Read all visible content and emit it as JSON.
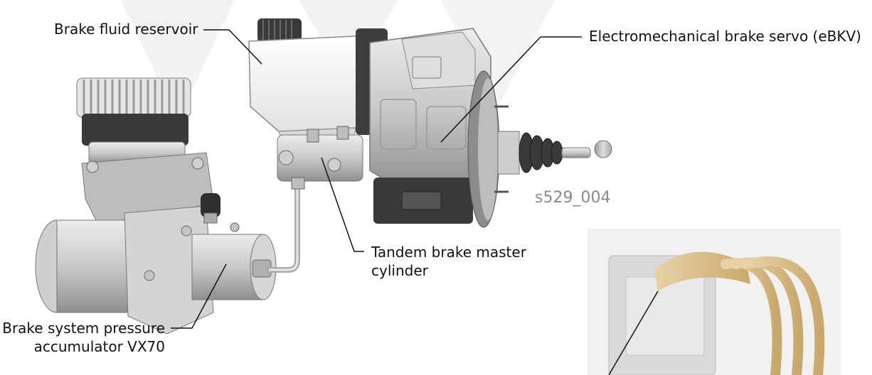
{
  "labels": {
    "reservoir": "Brake fluid reservoir",
    "ebkv": "Electromechanical brake servo (eBKV)",
    "master_line1": "Tandem brake master",
    "master_line2": "cylinder",
    "accumulator_line1": "Brake system pressure",
    "accumulator_line2": "accumulator VX70"
  },
  "figure_code": "s529_004",
  "colors": {
    "leader": "#111111",
    "metal_light": "#d9d9d9",
    "metal_mid": "#b3b3b3",
    "metal_dark": "#6d6d6d",
    "rubber": "#2f2f2f",
    "reservoir": "#f4f4f4",
    "harness": "#d8b985",
    "code": "#8a8a8a"
  }
}
